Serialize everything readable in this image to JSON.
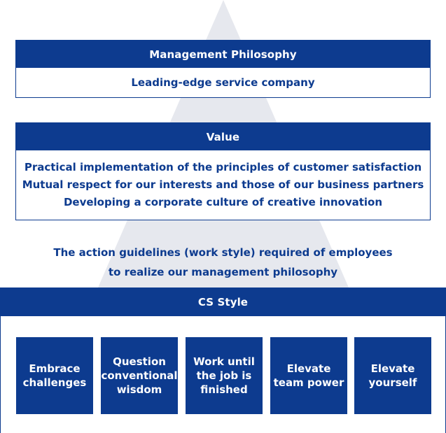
{
  "colors": {
    "primary": "#0d3b8f",
    "pyramid": "#e6e8ee",
    "background": "#ffffff"
  },
  "management_philosophy": {
    "title": "Management Philosophy",
    "body": "Leading-edge service company"
  },
  "value": {
    "title": "Value",
    "lines": [
      "Practical implementation of the principles of customer satisfaction",
      "Mutual respect for our interests and those of our business partners",
      "Developing a corporate culture of creative innovation"
    ]
  },
  "guidelines": {
    "lines": [
      "The action guidelines (work style) required of employees",
      "to realize our management philosophy"
    ]
  },
  "cs_style": {
    "title": "CS Style",
    "items": [
      "Embrace\nchallenges",
      "Question\nconventional\nwisdom",
      "Work until\nthe job is\nfinished",
      "Elevate\nteam power",
      "Elevate\nyourself"
    ]
  }
}
